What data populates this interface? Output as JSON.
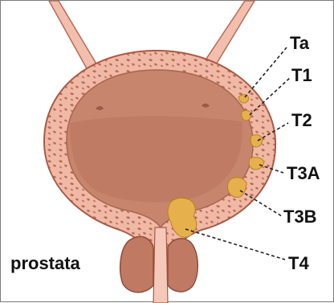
{
  "diagram": {
    "stages": [
      "Ta",
      "T1",
      "T2",
      "T3A",
      "T3B",
      "T4"
    ],
    "organ_label": "prostata",
    "colors": {
      "wall": "#f0b9a6",
      "wall_mottle": "#b86a55",
      "lumen": "#c8856d",
      "lumen_dark": "#a8654f",
      "tumor": "#e6b14d",
      "tumor_outline": "#b98020",
      "prostate": "#c07a64",
      "ureter": "#f2bfae",
      "urethra": "#f4c9ba"
    }
  }
}
